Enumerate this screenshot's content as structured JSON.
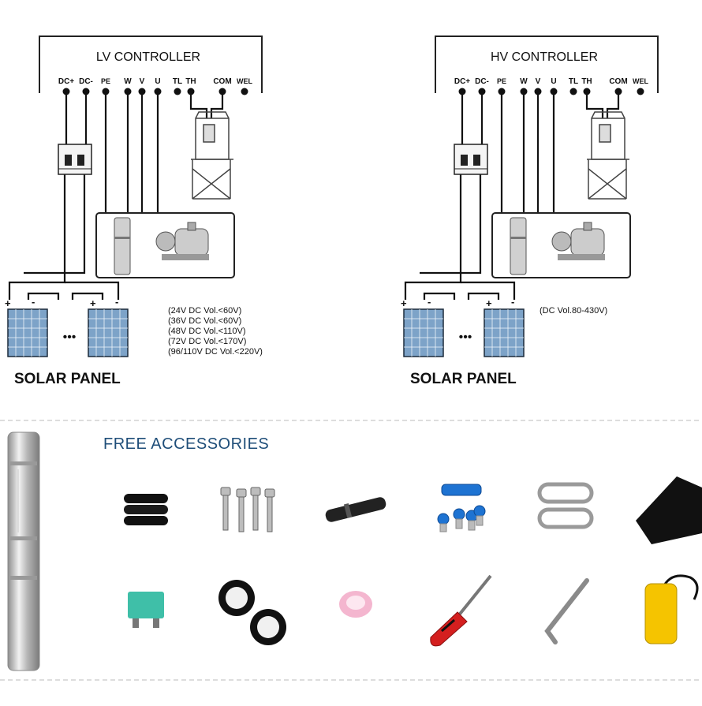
{
  "wiring": {
    "lv": {
      "title": "LV CONTROLLER",
      "terminals": [
        "DC+",
        "DC-",
        "PE",
        "W",
        "V",
        "U",
        "TL",
        "TH",
        "COM",
        "WEL"
      ],
      "panel_label": "SOLAR PANEL",
      "voltage_notes": [
        "(24V DC Vol.<60V)",
        "(36V DC Vol.<60V)",
        "(48V DC Vol.<110V)",
        "(72V DC Vol.<170V)",
        "(96/110V DC Vol.<220V)"
      ]
    },
    "hv": {
      "title": "HV CONTROLLER",
      "terminals": [
        "DC+",
        "DC-",
        "PE",
        "W",
        "V",
        "U",
        "TL",
        "TH",
        "COM",
        "WEL"
      ],
      "panel_label": "SOLAR PANEL",
      "voltage_notes": [
        "(DC Vol.80-430V)"
      ]
    },
    "polarity": {
      "plus": "+",
      "minus": "-"
    },
    "ellipsis": "•••"
  },
  "accessories": {
    "heading": "FREE ACCESSORIES",
    "items": [
      "heat-shrink-tubes",
      "hex-bolts",
      "cable-connector",
      "crimp-terminals",
      "snap-hooks",
      "rubber-pad",
      "fuse",
      "insulating-tape",
      "sealing-ring",
      "screwdriver",
      "allen-key",
      "float-switch"
    ]
  },
  "colors": {
    "heading": "#1f4e79",
    "terminal_blue": "#1e73d2",
    "screwdriver_red": "#d41f1f",
    "float_yellow": "#f5c400",
    "fuse_teal": "#3fbfa8",
    "sealing_pink": "#f4b6cf",
    "pump_steel": "#c9c9c9"
  }
}
